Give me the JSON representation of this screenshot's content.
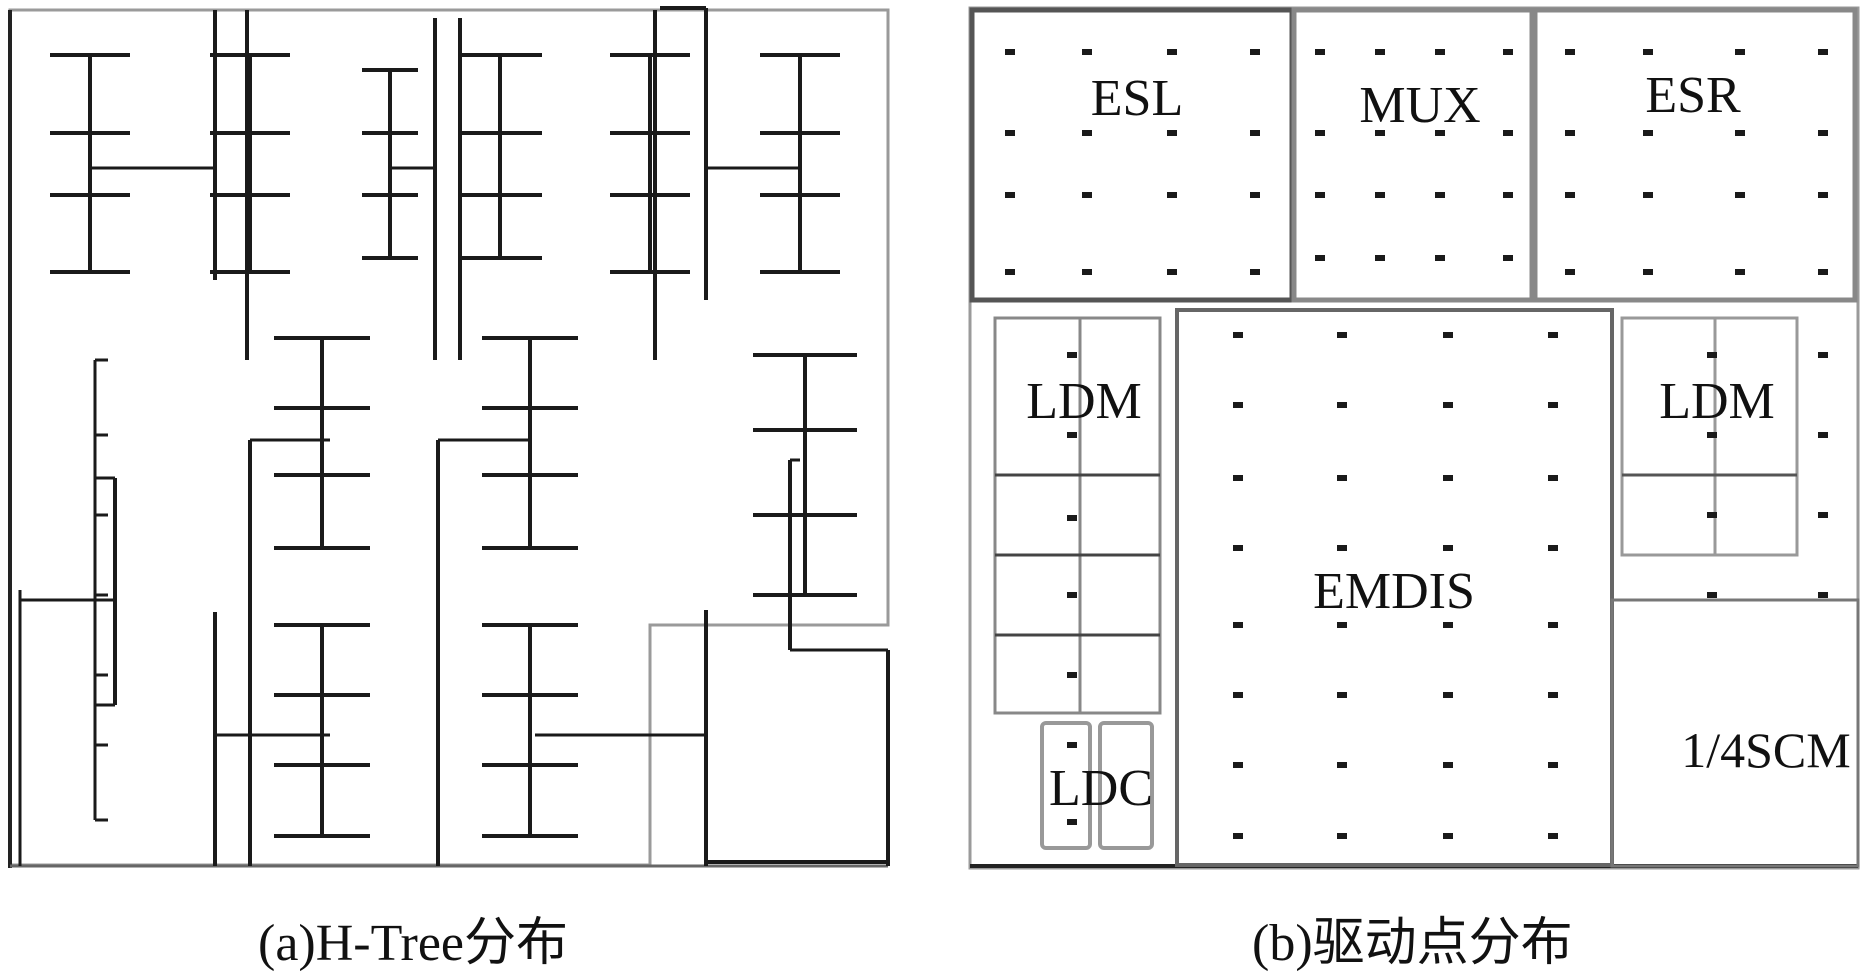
{
  "panel_a": {
    "caption": "(a)H-Tree分布"
  },
  "panel_b": {
    "caption": "(b)驱动点分布",
    "blocks": {
      "esl": "ESL",
      "mux": "MUX",
      "esr": "ESR",
      "ldm_left": "LDM",
      "ldm_right": "LDM",
      "ldc": "LDC",
      "emdis": "EMDIS",
      "scm": "1/4SCM"
    }
  },
  "colors": {
    "line": "#1a1a1a",
    "frame": "#9a9a9a"
  }
}
